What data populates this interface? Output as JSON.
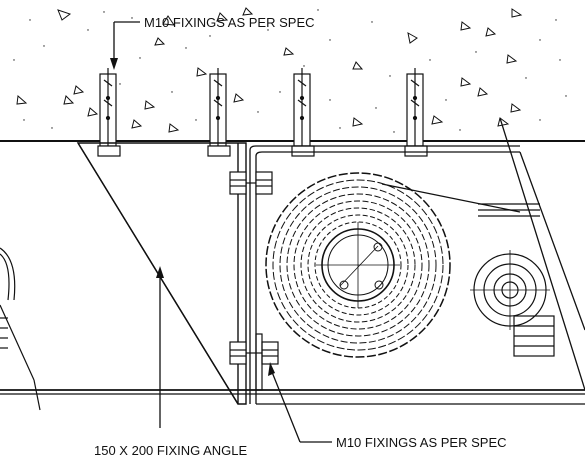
{
  "drawing": {
    "labels": {
      "top_fixings": "M10 FIXINGS AS PER SPEC",
      "fixing_angle": "150 X 200 FIXING ANGLE",
      "bottom_fixings": "M10 FIXINGS AS PER SPEC"
    },
    "colors": {
      "line": "#111111",
      "paper": "#ffffff"
    }
  }
}
